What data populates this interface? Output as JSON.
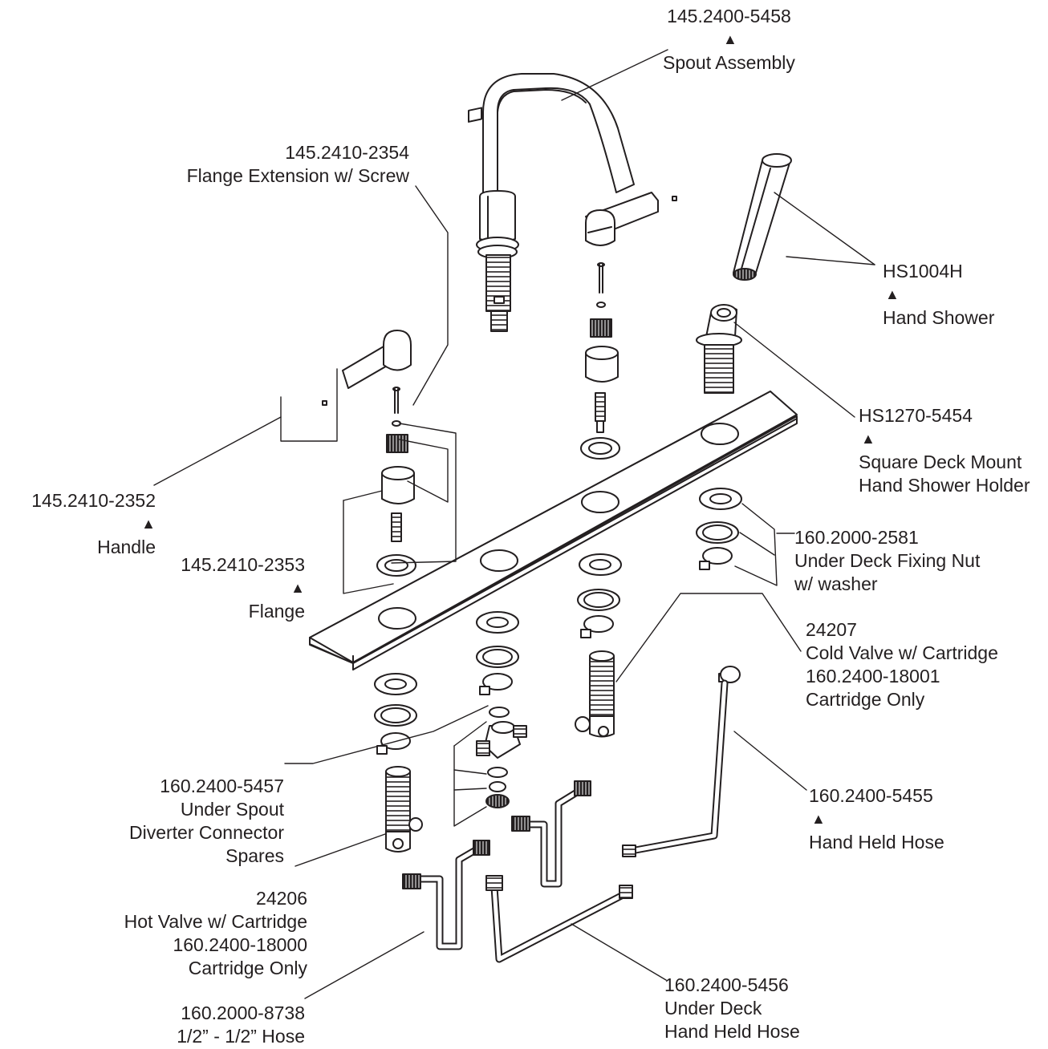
{
  "callouts": {
    "spout": {
      "part": "145.2400-5458",
      "marker": "▲",
      "lines": [
        "Spout Assembly"
      ]
    },
    "flange_ext": {
      "part": "145.2410-2354",
      "marker": "",
      "lines": [
        "Flange Extension w/ Screw"
      ]
    },
    "hand_shower": {
      "part": "HS1004H",
      "marker": "▲",
      "lines": [
        "Hand Shower"
      ]
    },
    "holder": {
      "part": "HS1270-5454",
      "marker": "▲",
      "lines": [
        "Square Deck Mount",
        "Hand Shower Holder"
      ]
    },
    "handle": {
      "part": "145.2410-2352",
      "marker": "▲",
      "lines": [
        "Handle"
      ]
    },
    "flange": {
      "part": "145.2410-2353",
      "marker": "▲",
      "lines": [
        "Flange"
      ]
    },
    "fixing_nut": {
      "part": "160.2000-2581",
      "marker": "",
      "lines": [
        "Under Deck Fixing Nut",
        "w/ washer"
      ]
    },
    "cold_valve": {
      "part": "24207",
      "marker": "",
      "lines": [
        "Cold Valve w/ Cartridge",
        "160.2400-18001",
        "Cartridge Only"
      ]
    },
    "diverter": {
      "part": "160.2400-5457",
      "marker": "",
      "lines": [
        "Under Spout",
        "Diverter Connector",
        "Spares"
      ]
    },
    "hand_held_hose": {
      "part": "160.2400-5455",
      "marker": "▲",
      "lines": [
        "Hand Held Hose"
      ]
    },
    "hot_valve": {
      "part": "24206",
      "marker": "",
      "lines": [
        "Hot Valve w/ Cartridge",
        "160.2400-18000",
        "Cartridge Only"
      ]
    },
    "under_deck_hose": {
      "part": "160.2400-5456",
      "marker": "",
      "lines": [
        "Under Deck",
        "Hand Held Hose"
      ]
    },
    "hose_half": {
      "part": "160.2000-8738",
      "marker": "",
      "lines": [
        "1/2” - 1/2” Hose"
      ]
    }
  },
  "colors": {
    "ink": "#231f20",
    "paper": "#ffffff",
    "shade": "#d9d9d9"
  }
}
